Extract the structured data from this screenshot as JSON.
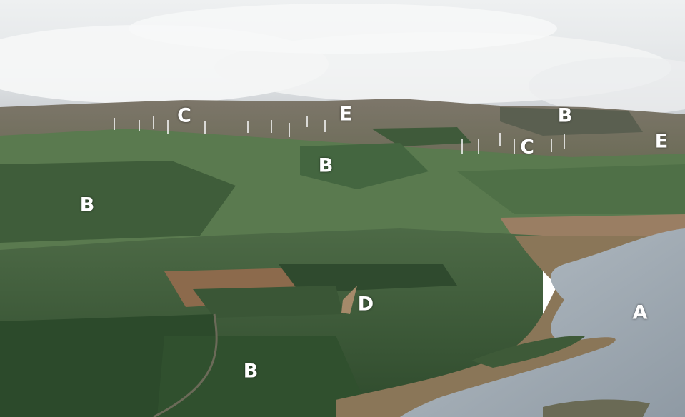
{
  "photo": {
    "subject": "aerial-landscape",
    "label_color": "#ffffff"
  },
  "labels": [
    {
      "id": "a",
      "text": "A"
    },
    {
      "id": "b1",
      "text": "B"
    },
    {
      "id": "b2",
      "text": "B"
    },
    {
      "id": "b3",
      "text": "B"
    },
    {
      "id": "b4",
      "text": "B"
    },
    {
      "id": "c1",
      "text": "C"
    },
    {
      "id": "c2",
      "text": "C"
    },
    {
      "id": "d",
      "text": "D"
    },
    {
      "id": "e1",
      "text": "E"
    },
    {
      "id": "e2",
      "text": "E"
    }
  ]
}
